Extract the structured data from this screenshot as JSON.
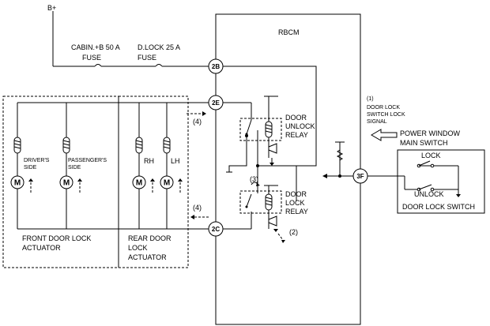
{
  "power": {
    "bplus": "B+"
  },
  "fuses": {
    "cabin": [
      "CABIN.+B 50 A",
      "FUSE"
    ],
    "dlock": [
      "D.LOCK 25 A",
      "FUSE"
    ]
  },
  "rbcm": {
    "title": "RBCM"
  },
  "pins": {
    "p2b": "2B",
    "p2e": "2E",
    "p2c": "2C",
    "p3f": "3F"
  },
  "relays": {
    "unlock": [
      "DOOR",
      "UNLOCK",
      "RELAY"
    ],
    "lock": [
      "DOOR",
      "LOCK",
      "RELAY"
    ]
  },
  "signal": {
    "num": "(1)",
    "lines": [
      "DOOR LOCK",
      "SWITCH LOCK",
      "SIGNAL"
    ]
  },
  "pwms": [
    "POWER WINDOW",
    "MAIN SWITCH"
  ],
  "dls": {
    "lock": "LOCK",
    "unlock": "UNLOCK",
    "title": "DOOR LOCK SWITCH"
  },
  "markers": {
    "m2": "(2)",
    "m3": "(3)",
    "m4a": "(4)",
    "m4b": "(4)"
  },
  "actuators": {
    "driver": [
      "DRIVER'S",
      "SIDE"
    ],
    "passenger": [
      "PASSENGER'S",
      "SIDE"
    ],
    "rh": "RH",
    "lh": "LH",
    "motor": "M"
  },
  "groups": {
    "front": [
      "FRONT DOOR LOCK",
      "ACTUATOR"
    ],
    "rear": [
      "REAR DOOR",
      "LOCK",
      "ACTUATOR"
    ]
  }
}
